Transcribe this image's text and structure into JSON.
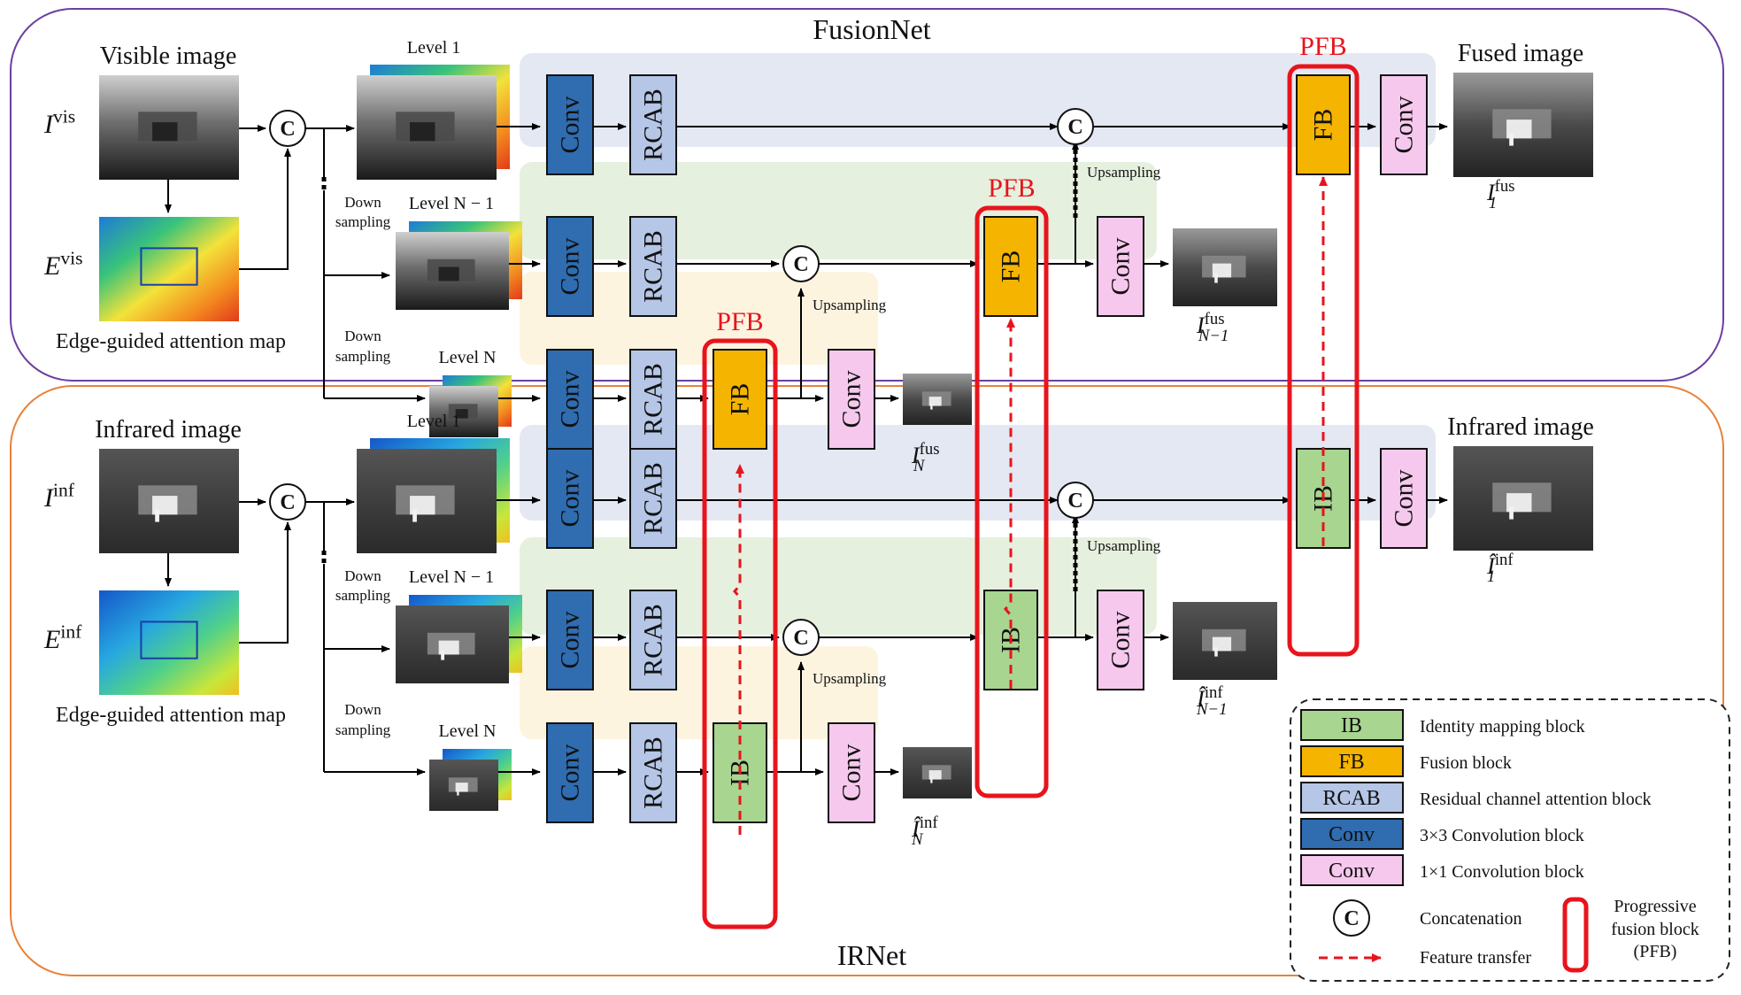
{
  "fusion_net": {
    "title": "FusionNet",
    "visible_image_label": "Visible image",
    "fused_image_label": "Fused image",
    "i_vis": "I",
    "i_vis_sup": "vis",
    "e_vis": "E",
    "e_vis_sup": "vis",
    "edge_map_label": "Edge-guided attention map",
    "level_1": "Level 1",
    "level_n_1": "Level N − 1",
    "level_n": "Level N",
    "down_sampling": [
      "Down",
      "sampling"
    ],
    "upsampling": "Upsampling",
    "out_1": "I",
    "out_1_sup": "fus",
    "out_1_sub": "1",
    "out_n_1": "I",
    "out_n_1_sup": "fus",
    "out_n_1_sub": "N−1",
    "out_n": "I",
    "out_n_sup": "fus",
    "out_n_sub": "N"
  },
  "ir_net": {
    "title": "IRNet",
    "infrared_image_label": "Infrared image",
    "infrared_output_label": "Infrared image",
    "i_inf": "I",
    "i_inf_sup": "inf",
    "e_inf": "E",
    "e_inf_sup": "inf",
    "edge_map_label": "Edge-guided attention map",
    "level_1": "Level 1",
    "level_n_1": "Level N − 1",
    "level_n": "Level N",
    "down_sampling": [
      "Down",
      "sampling"
    ],
    "upsampling": "Upsampling",
    "out_1": "Î",
    "out_1_sup": "inf",
    "out_1_sub": "1",
    "out_n_1": "Î",
    "out_n_1_sup": "inf",
    "out_n_1_sub": "N−1",
    "out_n": "Î",
    "out_n_sup": "inf",
    "out_n_sub": "N"
  },
  "blocks": {
    "conv": "Conv",
    "rcab": "RCAB",
    "fb": "FB",
    "ib": "IB",
    "concat": "C",
    "pfb": "PFB"
  },
  "legend": {
    "items": [
      {
        "key": "IB",
        "desc": "Identity mapping block"
      },
      {
        "key": "FB",
        "desc": "Fusion block"
      },
      {
        "key": "RCAB",
        "desc": "Residual channel attention block"
      },
      {
        "key": "Conv",
        "desc": "3×3 Convolution block"
      },
      {
        "key": "Conv",
        "desc": "1×1 Convolution block"
      }
    ],
    "concat_symbol": "C",
    "concat_desc": "Concatenation",
    "transfer_desc": "Feature transfer",
    "pfb_desc": [
      "Progressive",
      "fusion block",
      "(PFB)"
    ]
  },
  "colors": {
    "fusion_border": "#6b3fa0",
    "ir_border": "#e8823a",
    "level1_bg": "#e4e8f3",
    "leveln1_bg": "#e6f0de",
    "leveln_bg": "#fdf4e0",
    "conv_dark": "#2f6cb0",
    "conv_light": "#f7c8ee",
    "rcab": "#b5c6e6",
    "fb": "#f5b400",
    "ib": "#a8d590",
    "pfb_red": "#e8141c"
  }
}
